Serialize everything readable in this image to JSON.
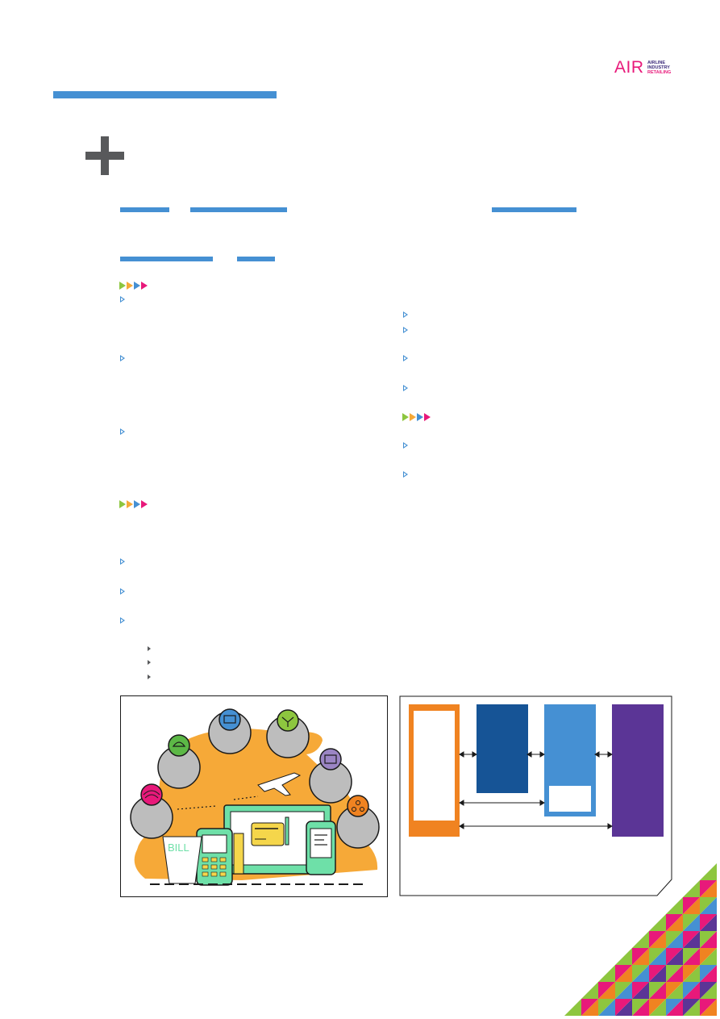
{
  "logo": {
    "main": "AIR",
    "line1": "AIRLINE",
    "line2": "INDUSTRY",
    "line3": "RETAILING"
  },
  "icons": {
    "plus": "plus-icon",
    "bullet": "triangle-bullet-icon",
    "sub_bullet": "small-triangle-bullet-icon",
    "divider": "four-arrow-divider-icon"
  },
  "colors": {
    "accent_blue": "#4590d3",
    "magenta": "#e8197a",
    "orange": "#f08321",
    "dark_blue": "#165496",
    "purple": "#5b3596",
    "green": "#8dc63f",
    "grey": "#58595b"
  },
  "figure_left": {
    "sticker_text": "BILL"
  }
}
